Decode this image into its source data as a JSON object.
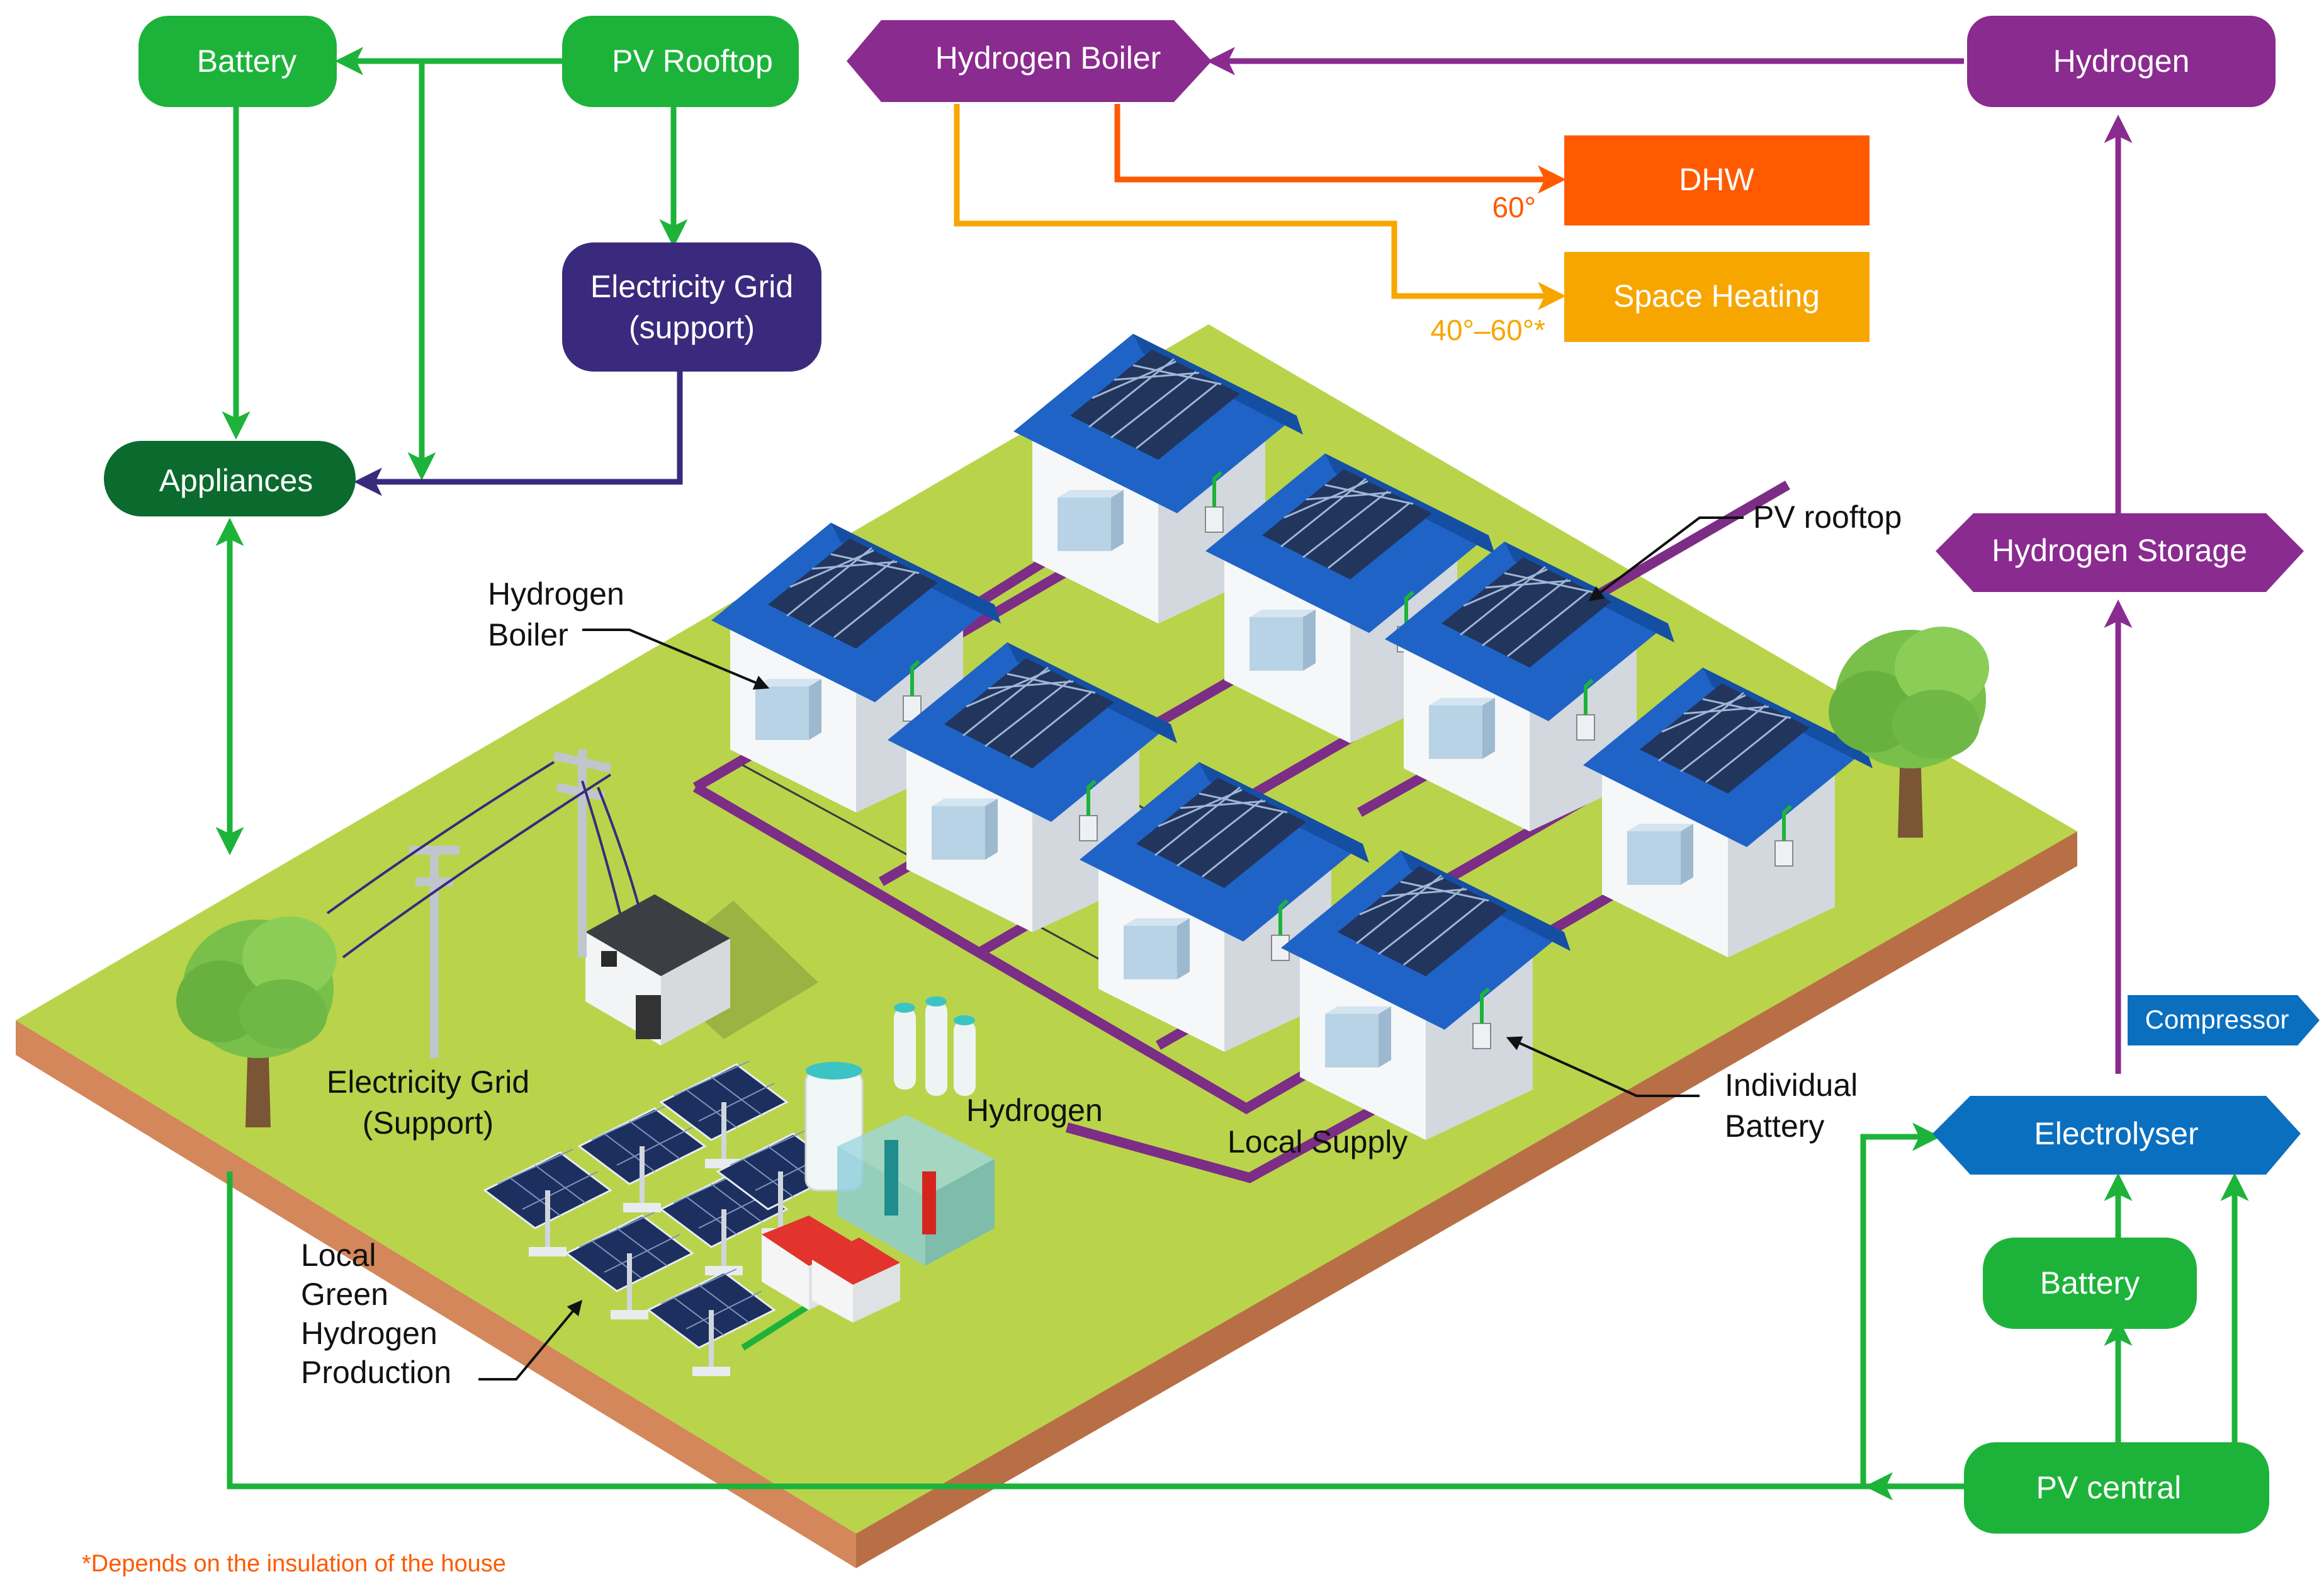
{
  "boxes": {
    "battery_top": "Battery",
    "pv_rooftop_box": "PV Rooftop",
    "grid_support_line1": "Electricity Grid",
    "grid_support_line2": "(support)",
    "appliances": "Appliances",
    "hydrogen_boiler_box": "Hydrogen Boiler",
    "dhw": "DHW",
    "space_heating": "Space Heating",
    "hydrogen_box": "Hydrogen",
    "hydrogen_storage": "Hydrogen Storage",
    "compressor": "Compressor",
    "electrolyser": "Electrolyser",
    "battery_right": "Battery",
    "pv_central": "PV central"
  },
  "temps": {
    "dhw_temp": "60°",
    "space_temp": "40°–60°*"
  },
  "labels": {
    "pv_rooftop": "PV rooftop",
    "hydrogen_boiler_l1": "Hydrogen",
    "hydrogen_boiler_l2": "Boiler",
    "grid_l1": "Electricity Grid",
    "grid_l2": "(Support)",
    "hydrogen": "Hydrogen",
    "local_supply": "Local Supply",
    "individual_battery_l1": "Individual",
    "individual_battery_l2": "Battery",
    "local_green_l1": "Local",
    "local_green_l2": "Green",
    "local_green_l3": "Hydrogen",
    "local_green_l4": "Production"
  },
  "footnote": "*Depends on the insulation of the house",
  "colors": {
    "green": "#1db33a",
    "dark_green": "#0b6b2e",
    "navy": "#3a2a7d",
    "purple": "#8a2b8f",
    "orange": "#ff5a00",
    "amber": "#f7a600",
    "blue": "#0b6fbf",
    "ground": "#b9d44a",
    "soil": "#d3875a"
  }
}
